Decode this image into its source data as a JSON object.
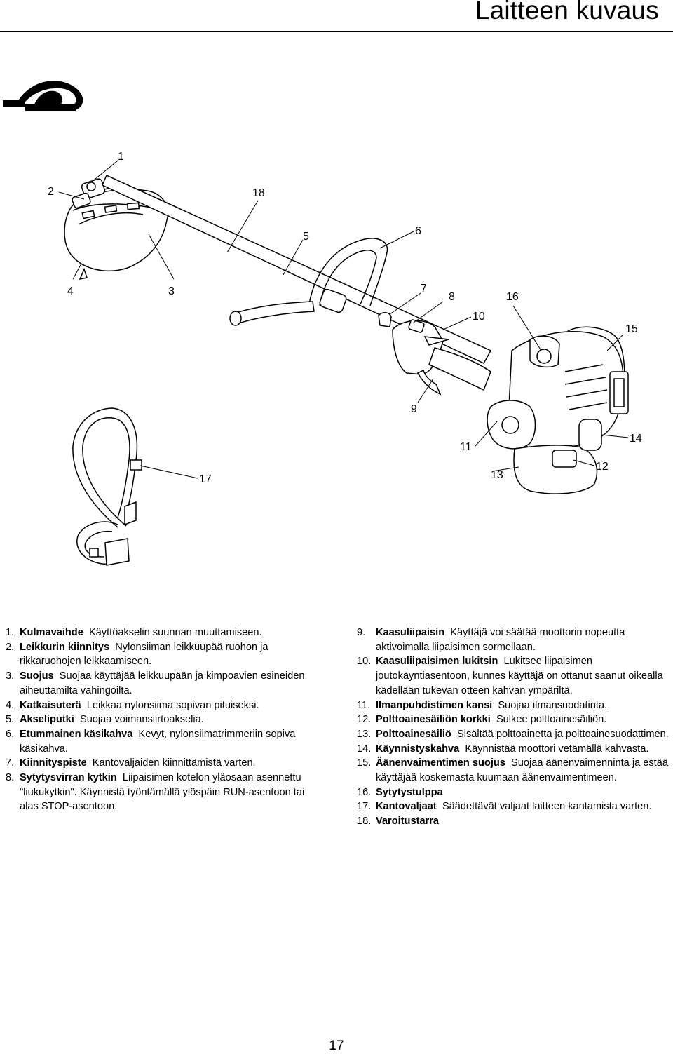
{
  "page": {
    "title": "Laitteen kuvaus",
    "page_number": "17"
  },
  "callouts": {
    "n1": "1",
    "n2": "2",
    "n3": "3",
    "n4": "4",
    "n5": "5",
    "n6": "6",
    "n7": "7",
    "n8": "8",
    "n9": "9",
    "n10": "10",
    "n11": "11",
    "n12": "12",
    "n13": "13",
    "n14": "14",
    "n15": "15",
    "n16": "16",
    "n17": "17",
    "n18": "18"
  },
  "legend_left": [
    {
      "num": "1.",
      "term": "Kulmavaihde",
      "desc": "Käyttöakselin suunnan muuttamiseen."
    },
    {
      "num": "2.",
      "term": "Leikkurin kiinnitys",
      "desc": "Nylonsiiman leikkuupää ruohon ja rikkaruohojen leikkaamiseen."
    },
    {
      "num": "3.",
      "term": "Suojus",
      "desc": "Suojaa käyttäjää leikkuupään ja kimpoavien esineiden aiheuttamilta vahingoilta."
    },
    {
      "num": "4.",
      "term": "Katkaisuterä",
      "desc": "Leikkaa nylonsiima sopivan pituiseksi."
    },
    {
      "num": "5.",
      "term": "Akseliputki",
      "desc": "Suojaa voimansiirtoakselia."
    },
    {
      "num": "6.",
      "term": "Etummainen käsikahva",
      "desc": "Kevyt, nylonsiimatrimmeriin sopiva käsikahva."
    },
    {
      "num": "7.",
      "term": "Kiinnityspiste",
      "desc": "Kantovaljaiden kiinnittämistä varten."
    },
    {
      "num": "8.",
      "term": "Sytytysvirran kytkin",
      "desc": "Liipaisimen kotelon yläosaan asennettu \"liukukytkin\". Käynnistä työntämällä ylöspäin RUN-asentoon tai alas STOP-asentoon."
    }
  ],
  "legend_right": [
    {
      "num": "9.",
      "term": "Kaasuliipaisin",
      "desc": "Käyttäjä voi säätää moottorin nopeutta aktivoimalla liipaisimen sormellaan."
    },
    {
      "num": "10.",
      "term": "Kaasuliipaisimen lukitsin",
      "desc": "Lukitsee liipaisimen joutokäyntiasentoon, kunnes käyttäjä on ottanut saanut oikealla kädellään tukevan otteen kahvan ympäriltä."
    },
    {
      "num": "11.",
      "term": "Ilmanpuhdistimen kansi",
      "desc": "Suojaa ilmansuodatinta."
    },
    {
      "num": "12.",
      "term": "Polttoainesäiliön korkki",
      "desc": "Sulkee polttoainesäiliön."
    },
    {
      "num": "13.",
      "term": "Polttoainesäiliö",
      "desc": "Sisältää polttoainetta ja polttoainesuodattimen."
    },
    {
      "num": "14.",
      "term": "Käynnistyskahva",
      "desc": "Käynnistää moottori vetämällä kahvasta."
    },
    {
      "num": "15.",
      "term": "Äänenvaimentimen suojus",
      "desc": "Suojaa äänenvaimenninta ja estää käyttäjää koskemasta kuumaan äänenvaimentimeen."
    },
    {
      "num": "16.",
      "term": "Sytytystulppa",
      "desc": ""
    },
    {
      "num": "17.",
      "term": "Kantovaljaat",
      "desc": "Säädettävät valjaat laitteen kantamista varten."
    },
    {
      "num": "18.",
      "term": "Varoitustarra",
      "desc": ""
    }
  ]
}
